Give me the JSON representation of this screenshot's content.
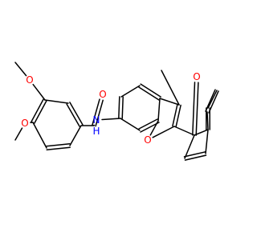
{
  "structure": {
    "atom_labels": [
      {
        "id": "methoxy-top-o",
        "element": "O",
        "text": "O",
        "color": "#ff0000"
      },
      {
        "id": "methoxy-bottom-o",
        "element": "O",
        "text": "O",
        "color": "#ff0000"
      },
      {
        "id": "amide-o",
        "element": "O",
        "text": "O",
        "color": "#ff0000"
      },
      {
        "id": "amide-nh",
        "element": "N",
        "text": "N",
        "color": "#0000ff"
      },
      {
        "id": "amide-h",
        "element": "H",
        "text": "H",
        "color": "#0000ff"
      },
      {
        "id": "furan-o",
        "element": "O",
        "text": "O",
        "color": "#ff0000"
      },
      {
        "id": "ketone-o",
        "element": "O",
        "text": "O",
        "color": "#ff0000"
      }
    ]
  }
}
